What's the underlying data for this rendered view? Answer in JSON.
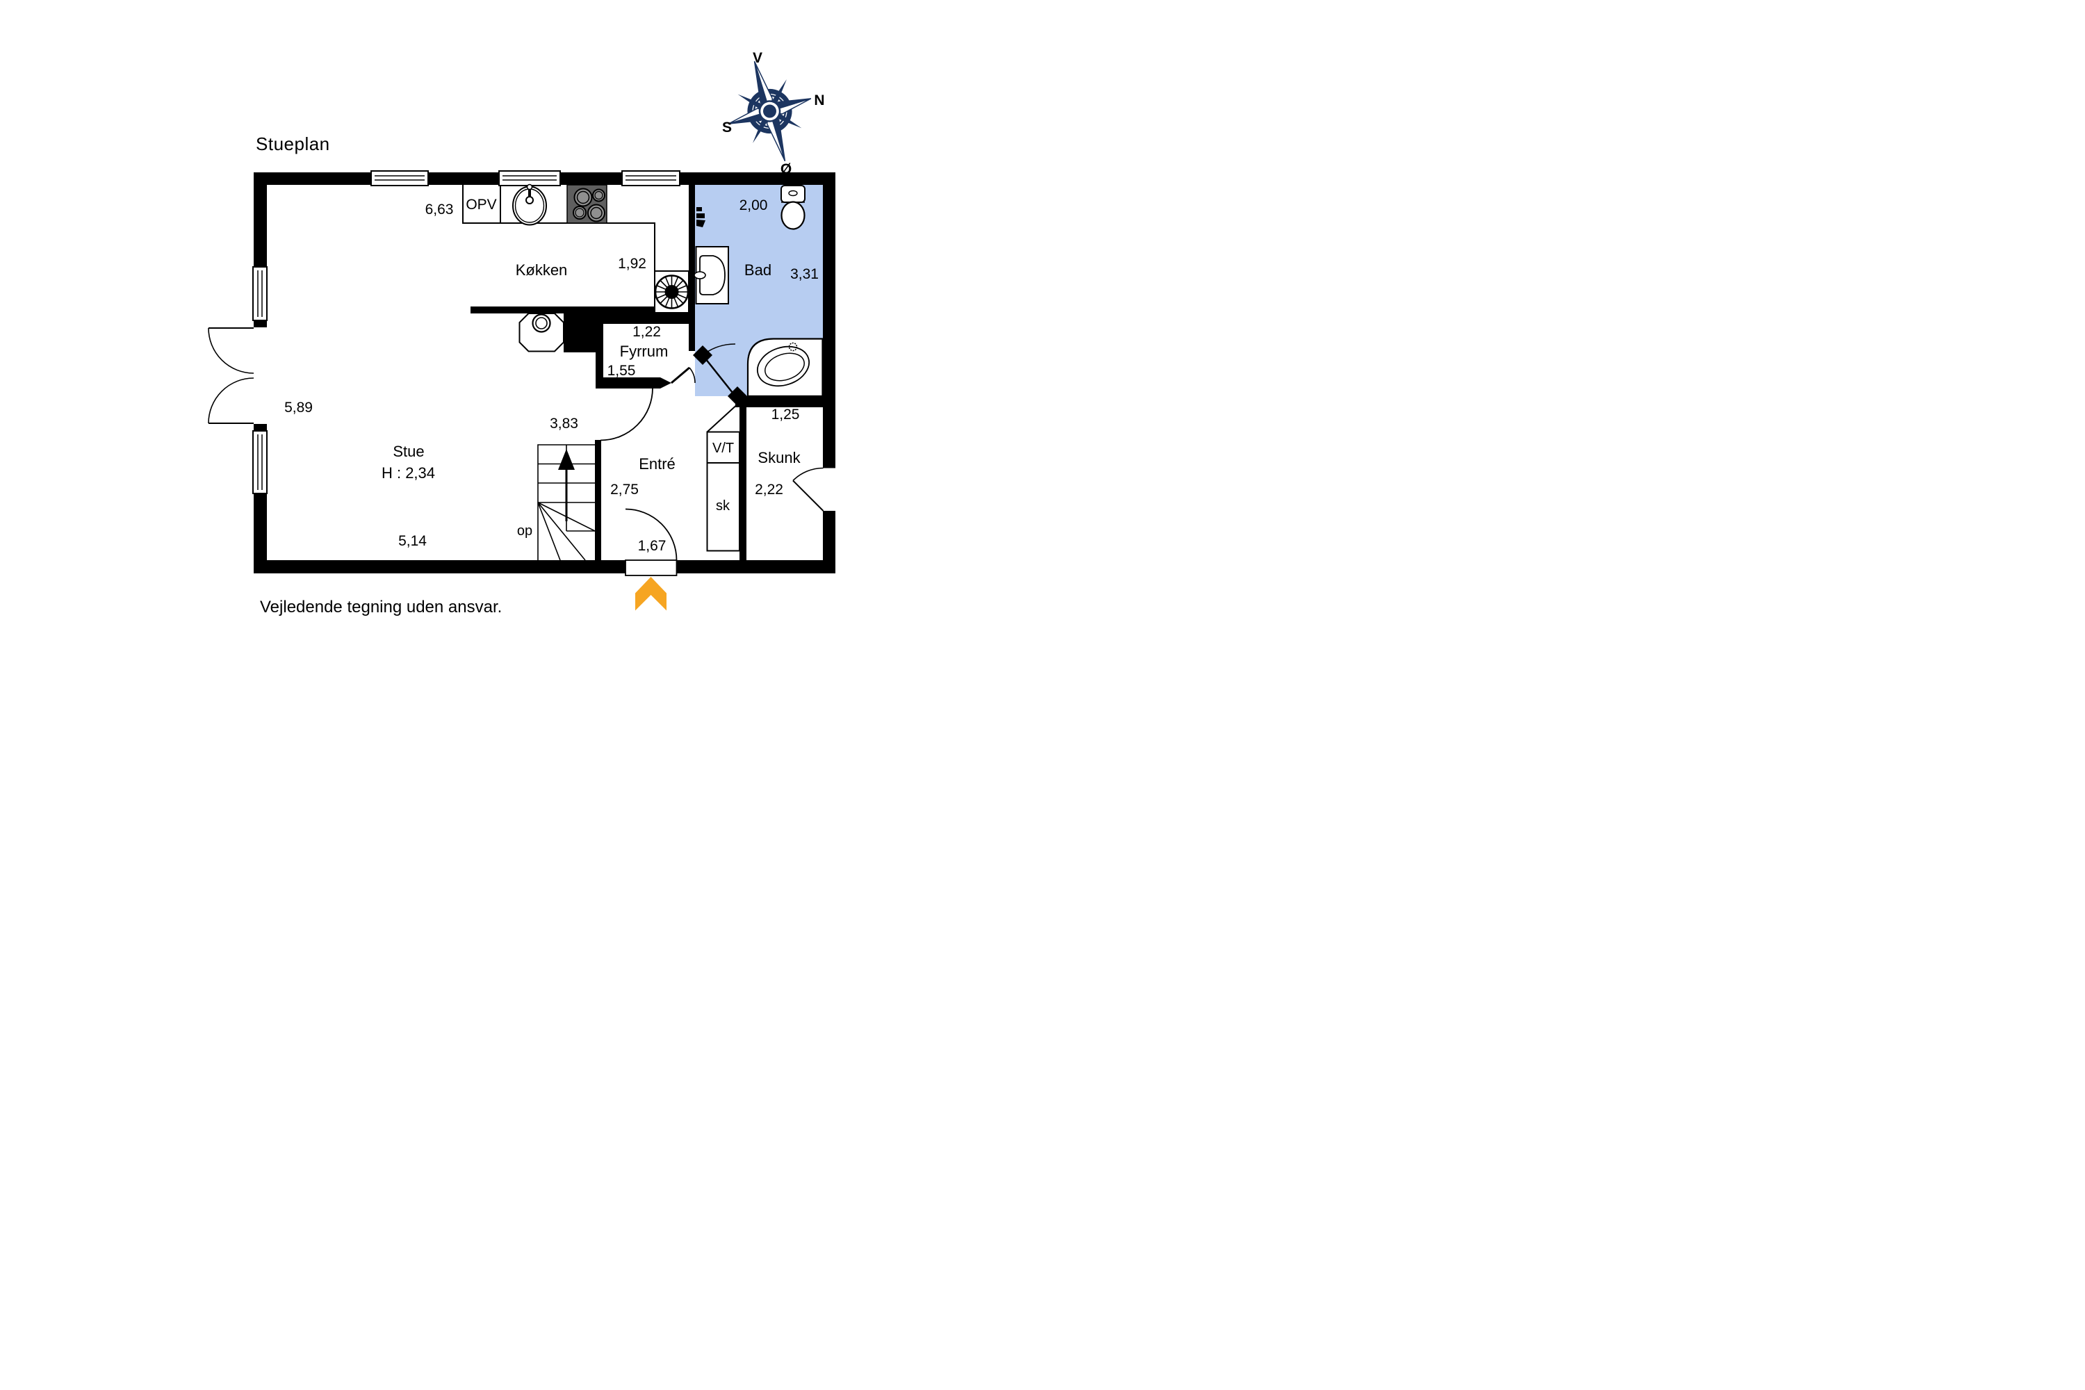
{
  "title": "Stueplan",
  "footer": "Vejledende tegning uden ansvar.",
  "colors": {
    "wall": "#000000",
    "bath_fill": "#b7cdf1",
    "stove_fill": "#5f5f5f",
    "burner_fill": "#909090",
    "arrow_orange": "#F6A522",
    "compass_navy": "#1c3560"
  },
  "compass": {
    "v": "V",
    "n": "N",
    "s": "S",
    "o": "Ø"
  },
  "rooms": {
    "stue": {
      "name": "Stue",
      "ceiling_height": "H : 2,34",
      "width": "5,14",
      "depth": "5,89"
    },
    "kokken": {
      "name": "Køkken",
      "width": "6,63",
      "depth": "1,92",
      "dishwasher": "OPV"
    },
    "bad": {
      "name": "Bad",
      "width": "2,00",
      "depth": "3,31"
    },
    "fyrrum": {
      "name": "Fyrrum",
      "width": "1,22",
      "depth": "1,55"
    },
    "entre": {
      "name": "Entré",
      "width": "2,75",
      "door_width": "1,67",
      "opening_width": "3,83"
    },
    "skunk": {
      "name": "Skunk",
      "width": "1,25",
      "depth": "2,22"
    },
    "closets": {
      "vt": "V/T",
      "sk": "sk"
    }
  },
  "stairs": {
    "direction_label": "op"
  }
}
